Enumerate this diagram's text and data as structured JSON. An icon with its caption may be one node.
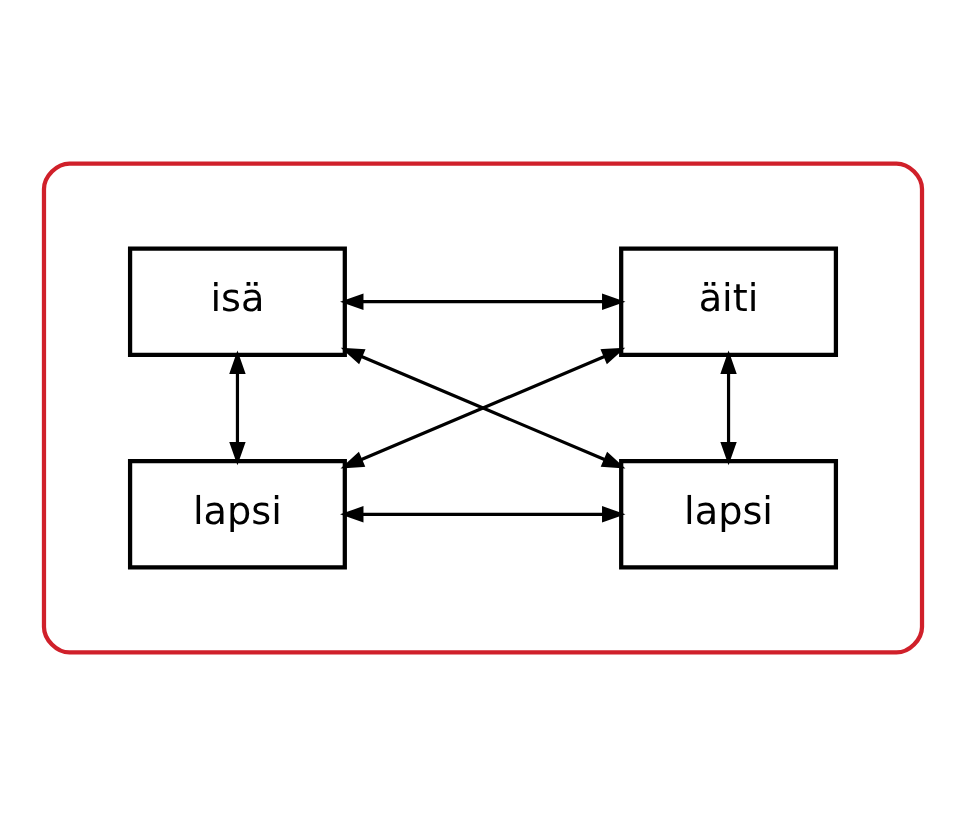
{
  "diagram": {
    "nodes": [
      {
        "text": [],
        "shape": "ellipse"
      },
      {
        "text": [
          "isä"
        ],
        "in": 0
      },
      {
        "text": [
          "äiti"
        ],
        "in": 0
      },
      {
        "text": [
          "lapsi"
        ],
        "in": 0
      },
      {
        "text": [
          "lapsi"
        ],
        "in": 0
      }
    ],
    "edges": [
      {
        "from": 1,
        "to": 2,
        "arrow": "both"
      },
      {
        "from": 1,
        "to": 3,
        "arrow": "both"
      },
      {
        "from": 2,
        "to": 4,
        "arrow": "both"
      },
      {
        "from": 1,
        "to": 4,
        "arrow": "both"
      },
      {
        "from": 2,
        "to": 3,
        "arrow": "both"
      },
      {
        "from": 3,
        "to": 4,
        "arrow": "both"
      }
    ]
  }
}
